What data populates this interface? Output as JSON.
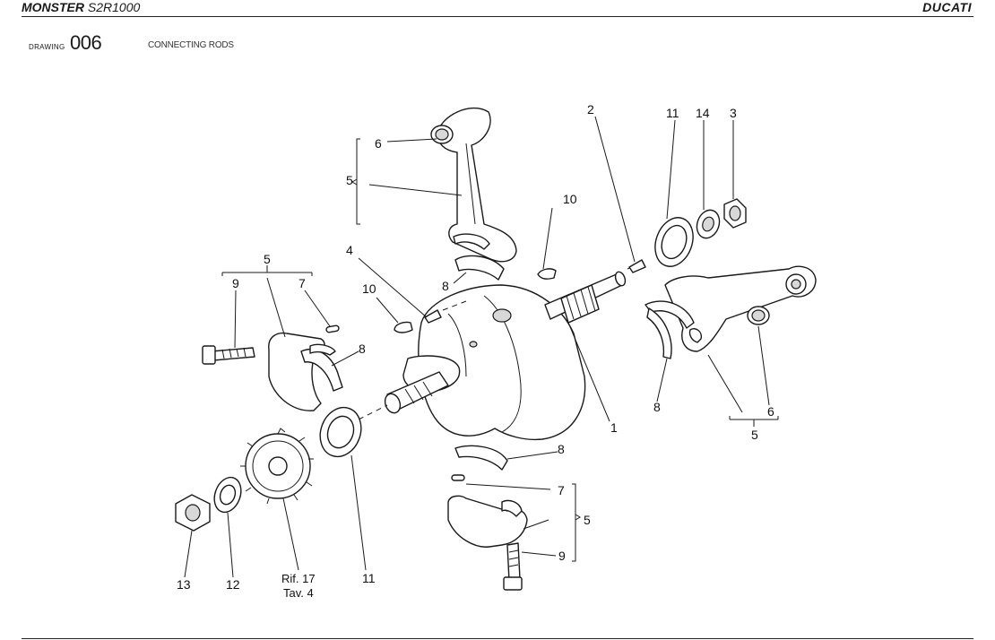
{
  "header": {
    "model_bold": "MONSTER",
    "model_rest": " S2R1000",
    "brand": "DUCATI"
  },
  "drawing": {
    "label": "DRAWING",
    "number": "006",
    "title": "CONNECTING RODS"
  },
  "callouts": {
    "c1": "1",
    "c2": "2",
    "c3": "3",
    "c4": "4",
    "c5a": "5",
    "c5b": "5",
    "c5c": "5",
    "c5d": "5",
    "c6a": "6",
    "c6b": "6",
    "c7a": "7",
    "c7b": "7",
    "c8a": "8",
    "c8b": "8",
    "c8c": "8",
    "c8d": "8",
    "c9a": "9",
    "c9b": "9",
    "c10a": "10",
    "c10b": "10",
    "c11a": "11",
    "c11b": "11",
    "c12": "12",
    "c13": "13",
    "c14": "14"
  },
  "reference": {
    "line1": "Rif. 17",
    "line2": "Tav. 4"
  }
}
